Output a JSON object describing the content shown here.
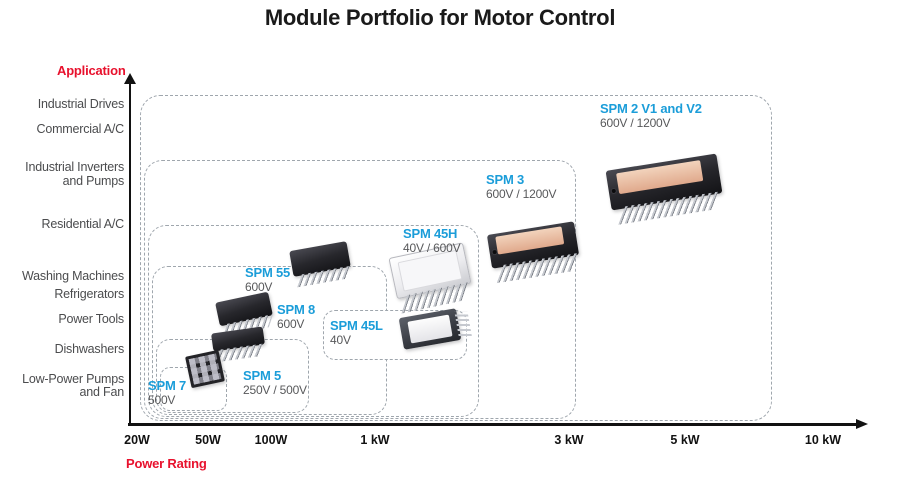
{
  "title": "Module Portfolio for Motor Control",
  "colors": {
    "accent_red": "#e8112d",
    "module_name_blue": "#1b9dd9",
    "voltage_text_gray": "#58595b",
    "axis_label_gray": "#4b4c4e",
    "box_border_gray": "#9fa6ad",
    "axis_black": "#121212"
  },
  "y_axis": {
    "title": "Application",
    "labels": [
      "Industrial Drives",
      "Commercial A/C",
      "Industrial Inverters",
      "and Pumps",
      "Residential A/C",
      "Washing Machines",
      "Refrigerators",
      "Power Tools",
      "Dishwashers",
      "Low-Power Pumps",
      "and Fan"
    ]
  },
  "x_axis": {
    "title": "Power Rating",
    "ticks": [
      "20W",
      "50W",
      "100W",
      "1 kW",
      "3 kW",
      "5 kW",
      "10 kW"
    ]
  },
  "modules": {
    "spm2": {
      "name": "SPM 2 V1 and V2",
      "voltage": "600V / 1200V"
    },
    "spm3": {
      "name": "SPM 3",
      "voltage": "600V / 1200V"
    },
    "spm45h": {
      "name": "SPM 45H",
      "voltage": "40V / 600V"
    },
    "spm55": {
      "name": "SPM 55",
      "voltage": "600V"
    },
    "spm8": {
      "name": "SPM 8",
      "voltage": "600V"
    },
    "spm45l": {
      "name": "SPM 45L",
      "voltage": "40V"
    },
    "spm5": {
      "name": "SPM 5",
      "voltage": "250V / 500V"
    },
    "spm7": {
      "name": "SPM 7",
      "voltage": "500V"
    }
  }
}
